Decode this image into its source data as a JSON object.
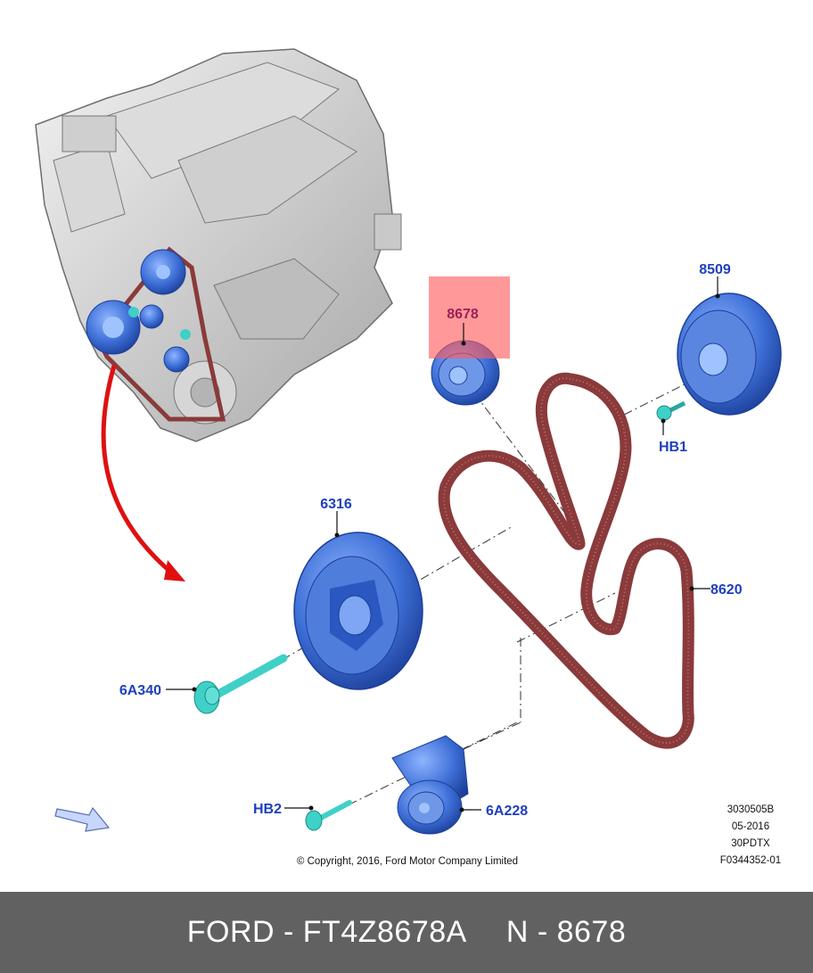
{
  "diagram": {
    "callouts": {
      "tensioner_pulley": "8678",
      "water_pump_pulley": "8509",
      "bolt_hb1": "HB1",
      "crankshaft_pulley": "6316",
      "drive_belt": "8620",
      "crank_bolt": "6A340",
      "bolt_hb2": "HB2",
      "belt_tensioner": "6A228"
    },
    "copyright": "© Copyright, 2016, Ford Motor Company Limited",
    "meta_lines": [
      "3030505B",
      "05-2016",
      "30PDTX",
      "F0344352-01"
    ]
  },
  "footer": {
    "brand_part": "FORD - FT4Z8678A",
    "ref": "N - 8678"
  },
  "colors": {
    "part_blue": "#3d6fd6",
    "bolt_cyan": "#3fd0c8",
    "belt_red": "#8a3a3a",
    "arrow_red": "#e01010",
    "highlight": "#ff7070",
    "callout_blue": "#1f3fbf",
    "footer_bg": "#616161"
  }
}
